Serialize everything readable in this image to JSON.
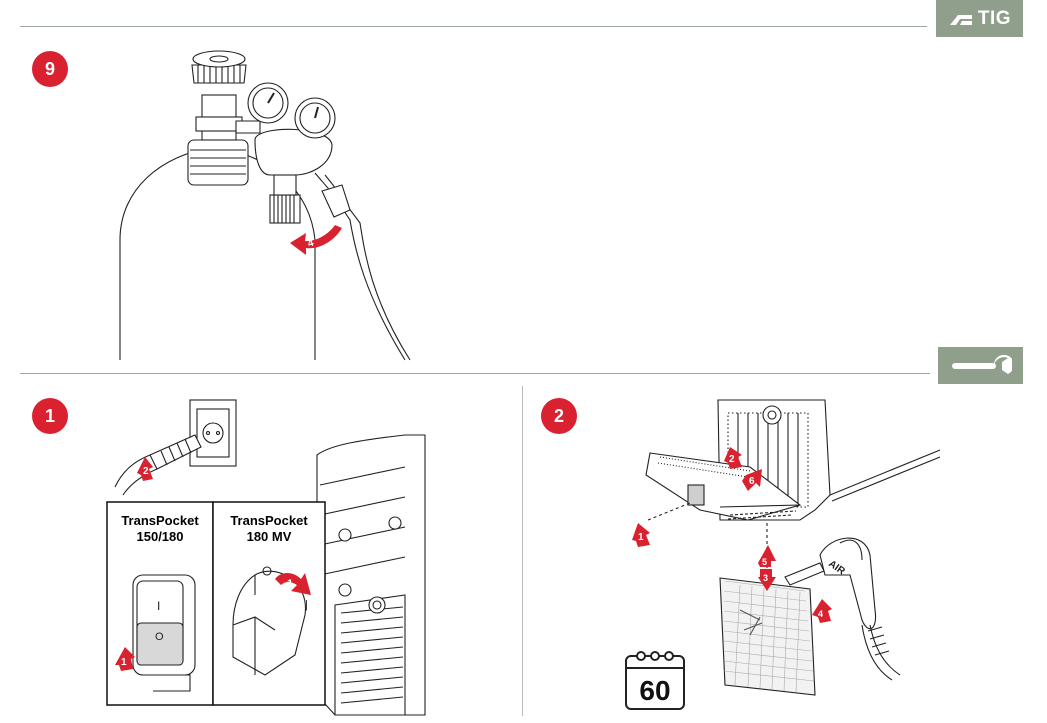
{
  "header": {
    "tab_label": "TIG",
    "tab_icon": "tig-torch-icon",
    "maintenance_icon": "wrench-icon",
    "accent_color": "#8f9f8c"
  },
  "steps": {
    "step_9": "9",
    "step_1": "1",
    "step_2": "2",
    "step_color": "#d9212f"
  },
  "illustration_9": {
    "arrow_numbers": [
      "4"
    ]
  },
  "illustration_1": {
    "arrow_numbers": [
      "2",
      "1",
      "1"
    ],
    "panel_left": "TransPocket\n150/180",
    "panel_right": "TransPocket\n180 MV",
    "switch_on": "I",
    "switch_off": "O"
  },
  "illustration_2": {
    "arrow_numbers": [
      "1",
      "2",
      "6",
      "5",
      "3",
      "4"
    ],
    "air_label": "AIR",
    "calendar_value": "60"
  }
}
